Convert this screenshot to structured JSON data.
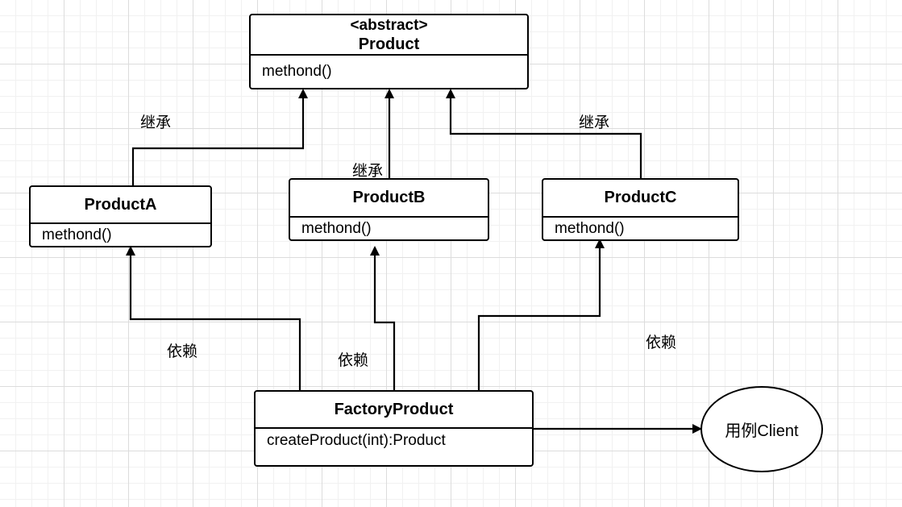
{
  "diagram": {
    "product": {
      "stereotype": "<abstract>",
      "name": "Product",
      "method": "methond()"
    },
    "product_a": {
      "name": "ProductA",
      "method": "methond()"
    },
    "product_b": {
      "name": "ProductB",
      "method": "methond()"
    },
    "product_c": {
      "name": "ProductC",
      "method": "methond()"
    },
    "factory": {
      "name": "FactoryProduct",
      "method": "createProduct(int):Product"
    },
    "client": {
      "name": "用例Client"
    },
    "labels": {
      "inherit_a": "继承",
      "inherit_b": "继承",
      "inherit_c": "继承",
      "depend_a": "依赖",
      "depend_b": "依赖",
      "depend_c": "依赖"
    }
  }
}
